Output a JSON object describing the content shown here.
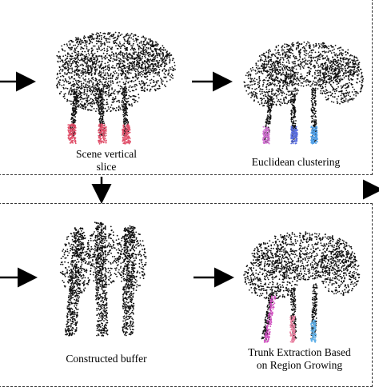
{
  "panels": [
    {
      "id": "scene-vertical-slice",
      "label_line1": "Scene vertical",
      "label_line2": "slice",
      "trunk_color": "#e0506a"
    },
    {
      "id": "euclidean-clustering",
      "label": "Euclidean clustering",
      "trunk_colors": [
        "#d070d0",
        "#5a6fe0",
        "#50a0e8"
      ]
    },
    {
      "id": "constructed-buffer",
      "label": "Constructed buffer"
    },
    {
      "id": "trunk-extraction",
      "label_line1": "Trunk Extraction Based",
      "label_line2": "on Region Growing",
      "trunk_colors": [
        "#d050c0",
        "#e880a0",
        "#60b0e8"
      ]
    }
  ],
  "colors": {
    "border": "#333333",
    "foliage": "#111111",
    "arrow": "#000000"
  }
}
